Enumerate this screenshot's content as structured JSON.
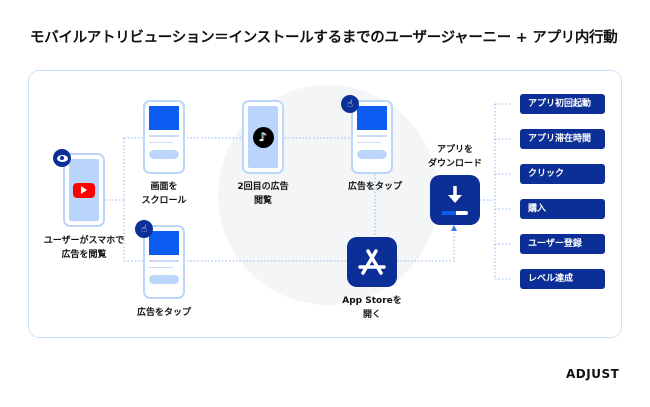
{
  "title": "モバイルアトリビューション＝インストールするまでのユーザージャーニー + アプリ内行動",
  "steps": {
    "view_ad": [
      "ユーザーがスマホで",
      "広告を閲覧"
    ],
    "scroll": [
      "画面を",
      "スクロール"
    ],
    "second_view": [
      "2回目の広告",
      "閲覧"
    ],
    "tap_top": [
      "広告をタップ"
    ],
    "tap_bottom": [
      "広告をタップ"
    ],
    "app_store": [
      "App Storeを",
      "開く"
    ],
    "download": [
      "アプリを",
      "ダウンロード"
    ]
  },
  "events": [
    "アプリ初回起動",
    "アプリ滞在時間",
    "クリック",
    "購入",
    "ユーザー登録",
    "レベル達成"
  ],
  "logo": "ADJUST",
  "colors": {
    "navy": "#0b2e97",
    "blue": "#0b5cf0",
    "light": "#b9d5fb"
  }
}
